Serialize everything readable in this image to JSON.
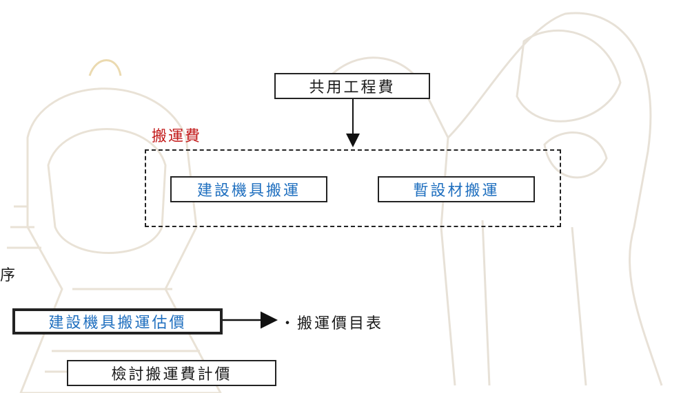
{
  "top_box": "共用工程費",
  "group_label": "搬運費",
  "group_items": [
    "建設機具搬運",
    "暫設材搬運"
  ],
  "left_partial_text": "序",
  "estimate_box": "建設機具搬運估價",
  "estimate_output": "・搬運價目表",
  "review_box": "檢討搬運費計價",
  "colors": {
    "label_red": "#c21a1a",
    "item_blue": "#1f6fbf",
    "line": "#222222"
  }
}
